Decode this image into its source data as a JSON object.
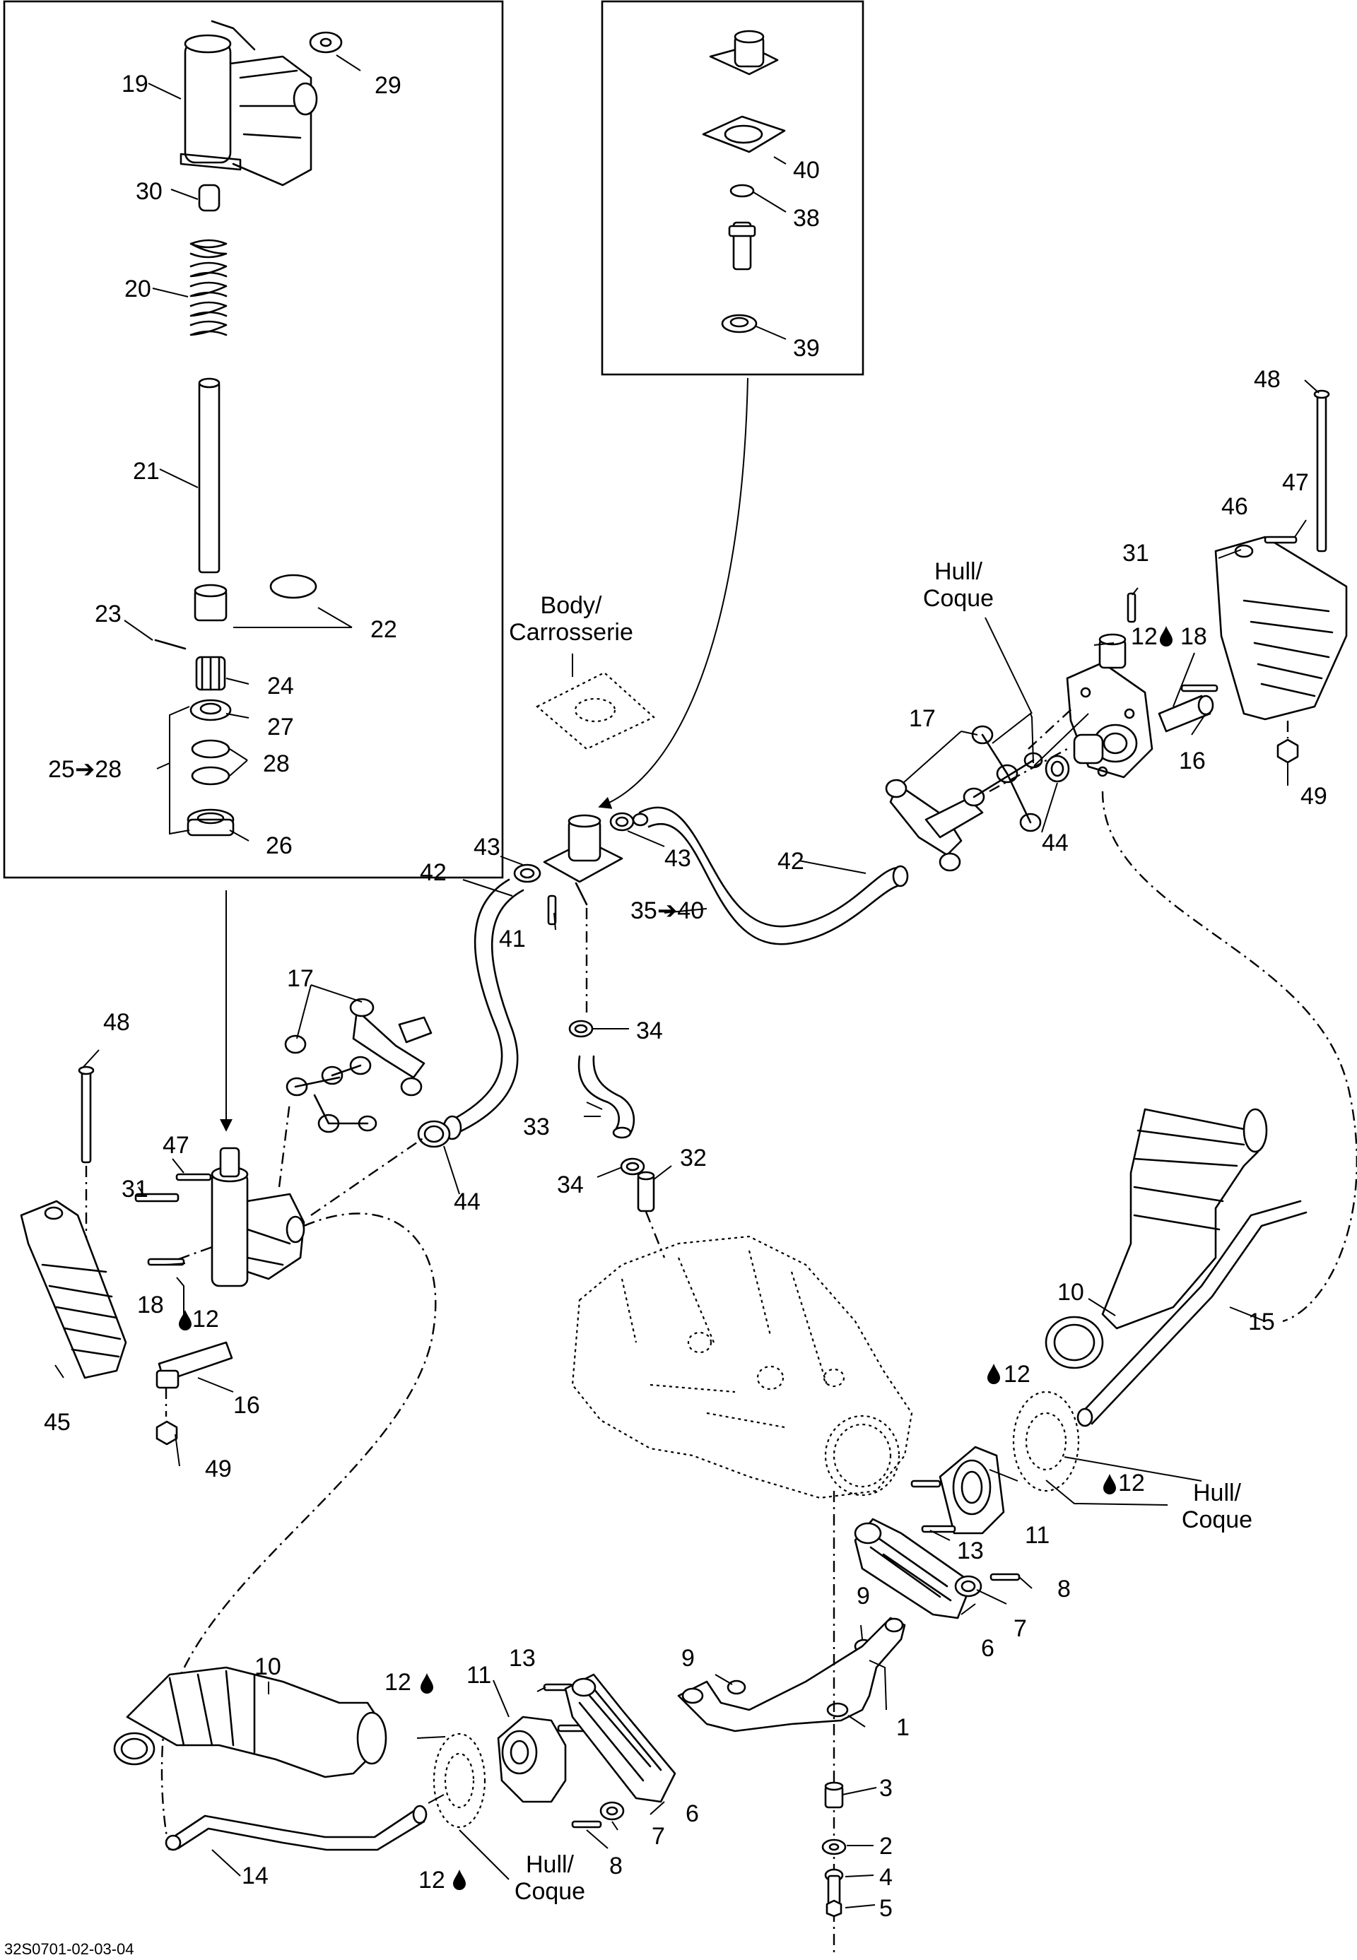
{
  "diagram_id": "32S0701-02-03-04",
  "zone_labels": {
    "body": [
      "Body/",
      "Carrosserie"
    ],
    "hull": [
      "Hull/",
      "Coque"
    ]
  },
  "ranges": {
    "r25_28": "25➔28",
    "r35_40": "35➔40"
  },
  "callouts": {
    "c1": "1",
    "c2": "2",
    "c3": "3",
    "c4": "4",
    "c5": "5",
    "c6": "6",
    "c7": "7",
    "c8": "8",
    "c9": "9",
    "c10": "10",
    "c11": "11",
    "c12": "12",
    "c13": "13",
    "c14": "14",
    "c15": "15",
    "c16": "16",
    "c17": "17",
    "c18": "18",
    "c19": "19",
    "c20": "20",
    "c21": "21",
    "c22": "22",
    "c23": "23",
    "c24": "24",
    "c26": "26",
    "c27": "27",
    "c28": "28",
    "c29": "29",
    "c30": "30",
    "c31": "31",
    "c32": "32",
    "c33": "33",
    "c34": "34",
    "c38": "38",
    "c39": "39",
    "c40": "40",
    "c41": "41",
    "c42": "42",
    "c43": "43",
    "c44": "44",
    "c45": "45",
    "c46": "46",
    "c47": "47",
    "c48": "48",
    "c49": "49"
  },
  "icons": {
    "sealant": "drop-icon"
  }
}
